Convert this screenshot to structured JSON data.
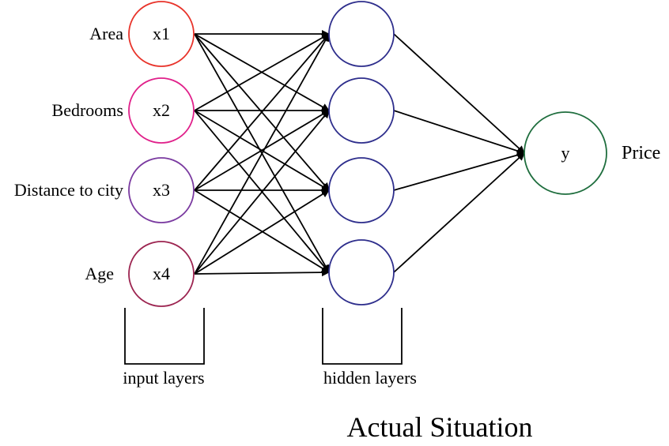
{
  "inputs": [
    {
      "feature": "Area",
      "node": "x1",
      "color": "#e8332a"
    },
    {
      "feature": "Bedrooms",
      "node": "x2",
      "color": "#e0208a"
    },
    {
      "feature": "Distance to city",
      "node": "x3",
      "color": "#7a3aa0"
    },
    {
      "feature": "Age",
      "node": "x4",
      "color": "#9c2450"
    }
  ],
  "hidden": {
    "count": 4,
    "color": "#2e2e8c"
  },
  "output": {
    "node": "y",
    "label": "Price",
    "color": "#1f6e3e"
  },
  "layers": {
    "input_label": "input layers",
    "hidden_label": "hidden layers"
  },
  "caption": {
    "text": "Actual Situation",
    "color": "#1f6e3e"
  }
}
